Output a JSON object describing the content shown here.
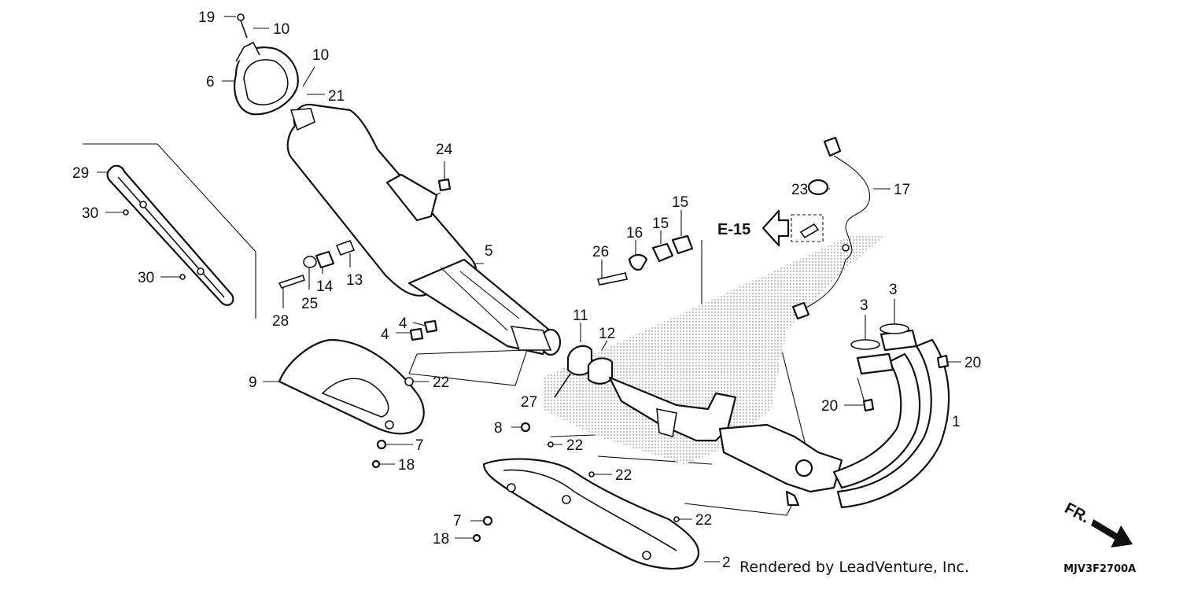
{
  "diagram": {
    "callouts": [
      "19",
      "10",
      "10",
      "6",
      "21",
      "24",
      "29",
      "30",
      "30",
      "5",
      "13",
      "14",
      "25",
      "28",
      "4",
      "4",
      "9",
      "22",
      "7",
      "18",
      "11",
      "12",
      "27",
      "26",
      "16",
      "15",
      "15",
      "17",
      "23",
      "3",
      "3",
      "20",
      "20",
      "1",
      "8",
      "22",
      "22",
      "7",
      "18",
      "22",
      "2"
    ],
    "reference": "E-15",
    "direction": "FR."
  },
  "footer": {
    "credit": "Rendered by LeadVenture, Inc.",
    "code": "MJV3F2700A"
  }
}
